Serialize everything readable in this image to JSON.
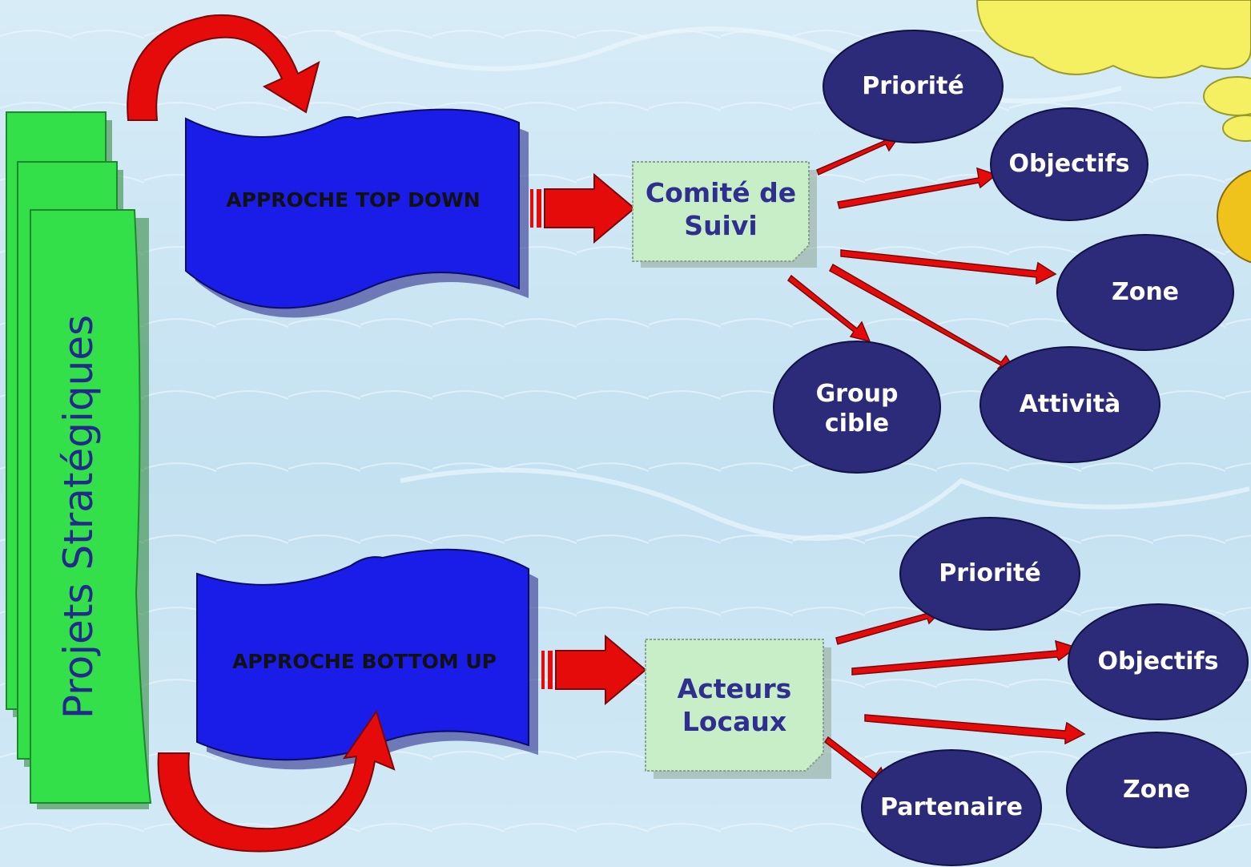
{
  "vertical_title": "Projets Stratégiques",
  "approaches": {
    "top": {
      "label": "APPROCHE TOP DOWN"
    },
    "bottom": {
      "label": "APPROCHE BOTTOM UP"
    }
  },
  "boxes": {
    "comite": {
      "label": "Comité de\nSuivi"
    },
    "acteurs": {
      "label": "Acteurs\nLocaux"
    }
  },
  "top_nodes": {
    "priorite": "Priorité",
    "objectifs": "Objectifs",
    "zone": "Zone",
    "attivite": "Attività",
    "group_cible": "Group\ncible"
  },
  "bottom_nodes": {
    "priorite": "Priorité",
    "objectifs": "Objectifs",
    "zone": "Zone",
    "partenaire": "Partenaire"
  },
  "colors": {
    "stack_green": "#33e04a",
    "banner_blue": "#1a1ce8",
    "node_navy": "#2b2b7a",
    "arrow_red": "#e60b0b",
    "box_green": "#c8eec8",
    "cloud_yellow": "#f4f061"
  }
}
